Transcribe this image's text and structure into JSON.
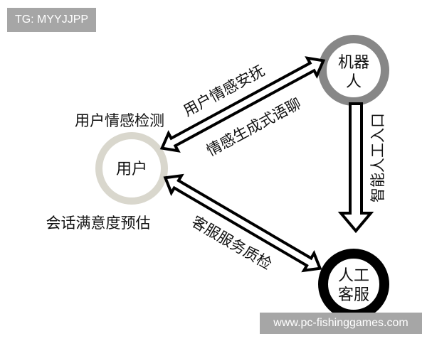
{
  "watermark_top": "TG: MYYJJPP",
  "watermark_bottom": "www.pc-fishinggames.com",
  "nodes": {
    "user": {
      "line1": "用户",
      "ring_color": "#d9d7cd"
    },
    "robot": {
      "line1": "机器",
      "line2": "人",
      "ring_color": "#878787"
    },
    "human": {
      "line1": "人工",
      "line2": "客服",
      "ring_color": "#000000"
    }
  },
  "labels": {
    "user_emotion_detection": "用户情感检测",
    "session_satisfaction": "会话满意度预估",
    "emotion_soothing": "用户情感安抚",
    "emotional_chat": "情感生成式语聊",
    "service_qc": "客服服务质检",
    "smart_entry": "智能人工入口"
  }
}
